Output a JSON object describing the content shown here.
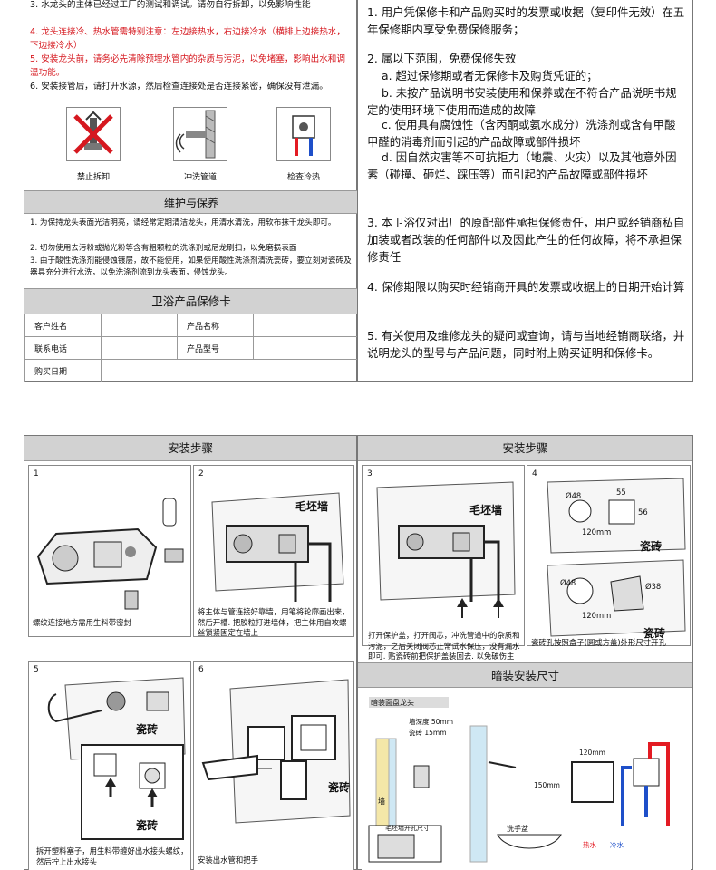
{
  "left_notes": {
    "n3": "3. 水龙头的主体已经过工厂的测试和调试。请勿自行拆卸，以免影响性能",
    "n4": "4. 龙头连接冷、热水管需特别注意：左边接热水，右边接冷水（横排上边接热水，下边接冷水）",
    "n5": "5. 安装龙头前，请务必先清除预埋水管内的杂质与污泥，以免堵塞，影响出水和调温功能。",
    "n6": "6. 安装接管后，请打开水源，然后检查连接处是否连接紧密，确保没有泄漏。"
  },
  "icons": [
    {
      "name": "no-disassemble-icon",
      "caption": "禁止拆卸"
    },
    {
      "name": "flush-pipe-icon",
      "caption": "冲洗管道"
    },
    {
      "name": "check-hot-cold-icon",
      "caption": "检查冷热"
    }
  ],
  "maintenance": {
    "title": "维护与保养",
    "m1": "1. 为保持龙头表面光洁明亮，请经常定期清洁龙头，用清水清洗，用软布抹干龙头即可。",
    "m2": "2. 切勿使用去污粉或抛光粉等含有粗颗粒的洗涤剂或尼龙刷扫，以免磨损表面",
    "m3": "3. 由于酸性洗涤剂能侵蚀镀层，故不能使用，如果使用酸性洗涤剂清洗瓷砖，要立刻对瓷砖及器具充分进行水洗，以免洗涤剂流到龙头表面，侵蚀龙头。"
  },
  "warranty_card": {
    "title": "卫浴产品保修卡",
    "customer_name": "客户姓名",
    "product_name": "产品名称",
    "phone": "联系电话",
    "product_model": "产品型号",
    "purchase_date": "购买日期"
  },
  "warranty_terms": {
    "p1": "1. 用户凭保修卡和产品购买时的发票或收据（复印件无效）在五年保修期内享受免费保修服务；",
    "p2": "2. 属以下范围，免费保修失效",
    "p2a": "a. 超过保修期或者无保修卡及购货凭证的；",
    "p2b": "b. 未按产品说明书安装使用和保养或在不符合产品说明书规定的使用环境下使用而造成的故障",
    "p2c": "c. 使用具有腐蚀性（含丙酮或氨水成分）洗涤剂或含有甲酸甲醛的消毒剂而引起的产品故障或部件损坏",
    "p2d": "d. 因自然灾害等不可抗拒力（地震、火灾）以及其他意外因素（碰撞、砸烂、踩压等）而引起的产品故障或部件损坏",
    "p3": "3. 本卫浴仅对出厂的原配部件承担保修责任，用户或经销商私自加装或者改装的任何部件以及因此产生的任何故障，将不承担保修责任",
    "p4": "4. 保修期限以购买时经销商开具的发票或收据上的日期开始计算",
    "p5": "5. 有关使用及维修龙头的疑问或查询，请与当地经销商联络，并说明龙头的型号与产品问题，同时附上购买证明和保修卡。"
  },
  "install": {
    "title_left": "安装步骤",
    "title_right": "安装步骤",
    "step1": {
      "num": "1",
      "text": "螺纹连接地方需用生料带密封"
    },
    "step2": {
      "num": "2",
      "label": "毛坯墙",
      "text": "将主体与管连接好靠墙，用笔将轮廓画出来，然后开槽. 把胶粒打进墙体，把主体用自攻螺丝锁紧固定在墙上"
    },
    "step3": {
      "num": "3",
      "label": "毛坯墙",
      "text": "打开保护盖，打开阀芯，冲洗管道中的杂质和污泥，之后关闭阀芯正常试水保压，没有漏水即可. 贴瓷砖前把保护盖装回去. 以免破伤主体."
    },
    "step4": {
      "num": "4",
      "d1": "Ø48",
      "d2": "55",
      "d3": "56",
      "d4": "120mm",
      "d5": "Ø48",
      "d6": "Ø38",
      "d7": "120mm",
      "tile": "瓷砖",
      "tile2": "瓷砖",
      "text": "瓷砖孔按照盒子(圆或方盖)外形尺寸开孔"
    },
    "step5": {
      "num": "5",
      "tile1": "瓷砖",
      "tile2": "瓷砖",
      "text": "拆开塑料塞子，用生料带缠好出水接头螺纹，然后拧上出水接头"
    },
    "step6": {
      "num": "6",
      "tile": "瓷砖",
      "text": "安装出水管和把手"
    }
  },
  "concealed": {
    "title": "暗装安装尺寸",
    "subtitle": "暗装面盘龙头",
    "wall_depth": "墙深度  50mm",
    "tile_depth": "瓷砖  15mm",
    "wall": "墙",
    "hole": "毛坯墙开孔尺寸",
    "basin": "洗手盆",
    "h150": "150mm",
    "w120": "120mm",
    "hot": "热水",
    "cold": "冷水",
    "hot_color": "#e31b23",
    "cold_color": "#1e4fc9"
  }
}
